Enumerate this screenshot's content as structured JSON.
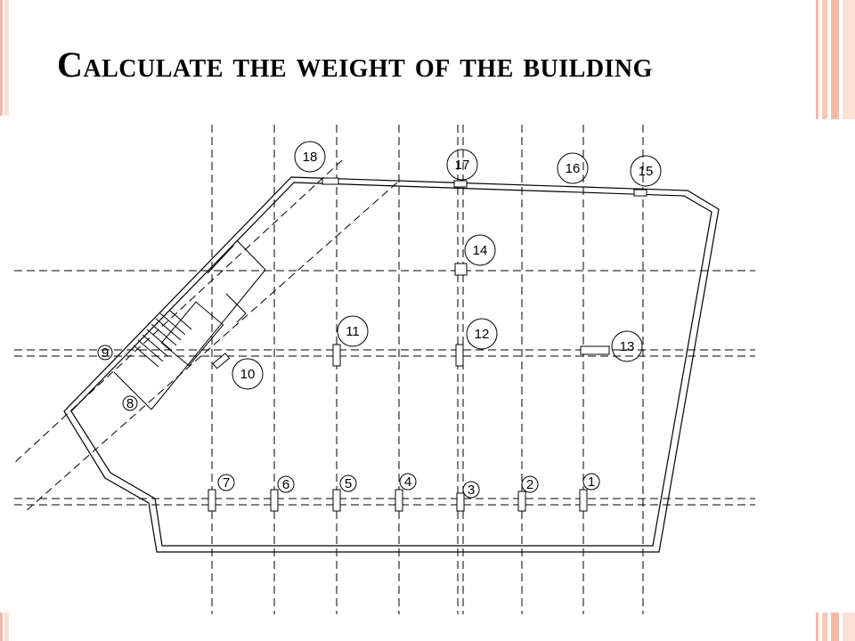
{
  "slide": {
    "title": "Calculate the weight of the building"
  },
  "plan": {
    "column_labels": [
      "1",
      "2",
      "3",
      "4",
      "5",
      "6",
      "7",
      "8",
      "9",
      "10",
      "11",
      "12",
      "13",
      "14",
      "15",
      "16",
      "17",
      "18"
    ]
  },
  "colors": {
    "frame_stripe": "#f4b9a8",
    "frame_stripe_light": "#fbe1d8",
    "line": "#000000"
  }
}
